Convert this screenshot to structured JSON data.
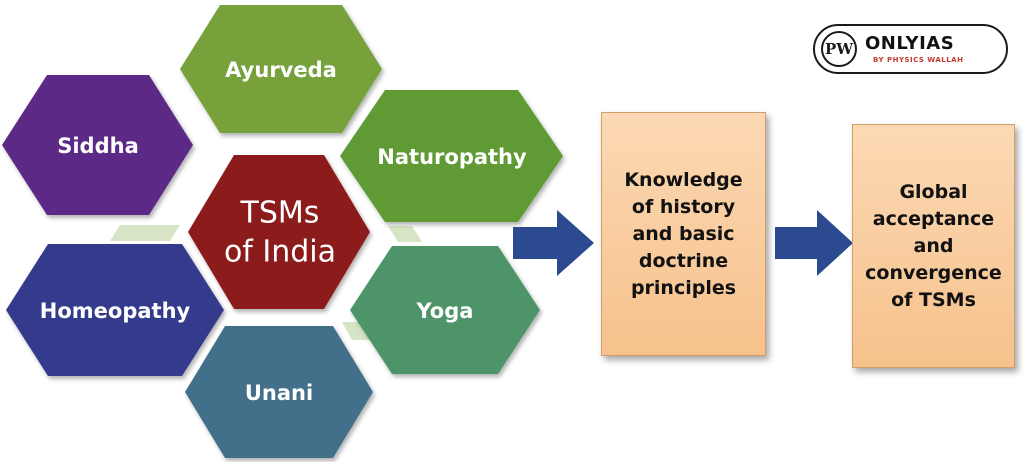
{
  "colors": {
    "ayurveda": "#76a13b",
    "siddha": "#5b2c86",
    "naturopathy": "#5e9a36",
    "tsms_of_india": "#8c1f1c",
    "homeopathy": "#343a8c",
    "yoga": "#4e9468",
    "unani": "#43708a",
    "connector": "#d7e5c6",
    "arrow": "#2c4a8f",
    "box_fill": "#f8c99a"
  },
  "hexagons": {
    "ayurveda": "Ayurveda",
    "siddha": "Siddha",
    "naturopathy": "Naturopathy",
    "center": [
      "TSMs",
      "of India"
    ],
    "homeopathy": "Homeopathy",
    "yoga": "Yoga",
    "unani": "Unani"
  },
  "boxes": [
    {
      "lines": [
        "Knowledge",
        "of history",
        "and basic",
        "doctrine",
        "principles"
      ]
    },
    {
      "lines": [
        "Global",
        "acceptance",
        "and",
        "convergence",
        "of TSMs"
      ]
    }
  ],
  "logo": {
    "emblem": "PW",
    "name": "ONLYIAS",
    "tagline": "BY PHYSICS WALLAH"
  }
}
